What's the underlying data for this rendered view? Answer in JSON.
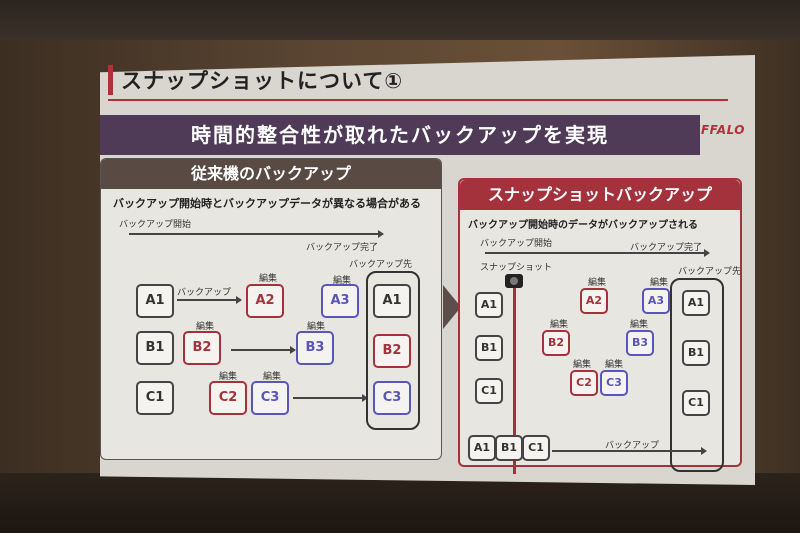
{
  "slide": {
    "title": "スナップショットについて①",
    "brand": "BUFFALO",
    "banner": "時間的整合性が取れたバックアップを実現",
    "left": {
      "title": "従来機のバックアップ",
      "subtitle": "バックアップ開始時とバックアップデータが異なる場合がある",
      "start_label": "バックアップ開始",
      "end_label": "バックアップ完了",
      "dest_label": "バックアップ先",
      "backup_label": "バックアップ",
      "edit": "編集",
      "boxes": {
        "a1": "A1",
        "b1": "B1",
        "c1": "C1",
        "a2": "A2",
        "a3": "A3",
        "b2": "B2",
        "b3": "B3",
        "c2": "C2",
        "c3": "C3",
        "da1": "A1",
        "db2": "B2",
        "dc3": "C3"
      }
    },
    "right": {
      "title": "スナップショットバックアップ",
      "subtitle": "バックアップ開始時のデータがバックアップされる",
      "start_label": "バックアップ開始",
      "end_label": "バックアップ完了",
      "dest_label": "バックアップ先",
      "snapshot_label": "スナップショット",
      "backup_label": "バックアップ",
      "edit": "編集",
      "boxes": {
        "a1": "A1",
        "b1": "B1",
        "c1": "C1",
        "a2": "A2",
        "a3": "A3",
        "b2": "B2",
        "b3": "B3",
        "c2": "C2",
        "c3": "C3",
        "da1": "A1",
        "db1": "B1",
        "dc1": "C1",
        "sa1": "A1",
        "sb1": "B1",
        "sc1": "C1"
      }
    }
  },
  "colors": {
    "accent": "#a4323c",
    "banner": "#4f3b58",
    "blue": "#5a55b8"
  }
}
